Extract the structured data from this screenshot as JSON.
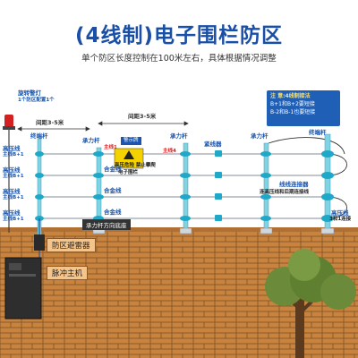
{
  "header": {
    "title": "(4线制)电子围栏防区",
    "subtitle": "单个防区长度控制在100米左右，具体根据情况调整"
  },
  "labels": {
    "warning_light": "旋转警灯",
    "warning_light_note": "1个防区配置1个",
    "terminal_pole_left": "终端杆",
    "terminal_pole_right": "终端杆",
    "spacing_left": "间距3-5米",
    "spacing_middle": "间距3-5米",
    "support_pole_1": "承力杆",
    "support_pole_2": "承力杆",
    "support_pole_3": "承力杆",
    "sign": "警示牌",
    "sign_text": "高压危险 禁止攀爬",
    "sign_text_2": "电子围栏",
    "tight_wire": "紧线器",
    "alloy_wire_1": "合金线",
    "alloy_wire_2": "合金线",
    "alloy_wire_3": "合金线",
    "wire_1_red": "主线1",
    "wire_4_red": "主线4",
    "hv_line_1": "高压线",
    "hv_line_1_sub": "主线B+1",
    "hv_line_2": "高压线",
    "hv_line_2_sub": "主线B+1",
    "hv_line_3": "高压线",
    "hv_line_3_sub": "主线B+1",
    "hv_line_4": "高压线",
    "hv_line_4_sub": "主线B+1",
    "wire_connector": "线线连接器",
    "wire_connector_note": "连高压线和后期连接线",
    "hv_line_right": "高压线",
    "hv_line_right_sub": "3和1连接",
    "base_note": "承力杆方向底座",
    "lightning": "防区避雷器",
    "host": "脉冲主机"
  },
  "note": {
    "head": "注 意:4线制接法",
    "line1": "B+1和B+2要短接",
    "line2": "B-2和B-1也要短接"
  },
  "colors": {
    "title": "#1a4fa8",
    "accent_blue": "#1a56b0",
    "red": "#d42020",
    "wire": "#9aa3ad",
    "pole": "#7fd3e3",
    "insulator": "#20a8c8",
    "brick": "#c8843e",
    "mortar": "#8a5a2a"
  }
}
